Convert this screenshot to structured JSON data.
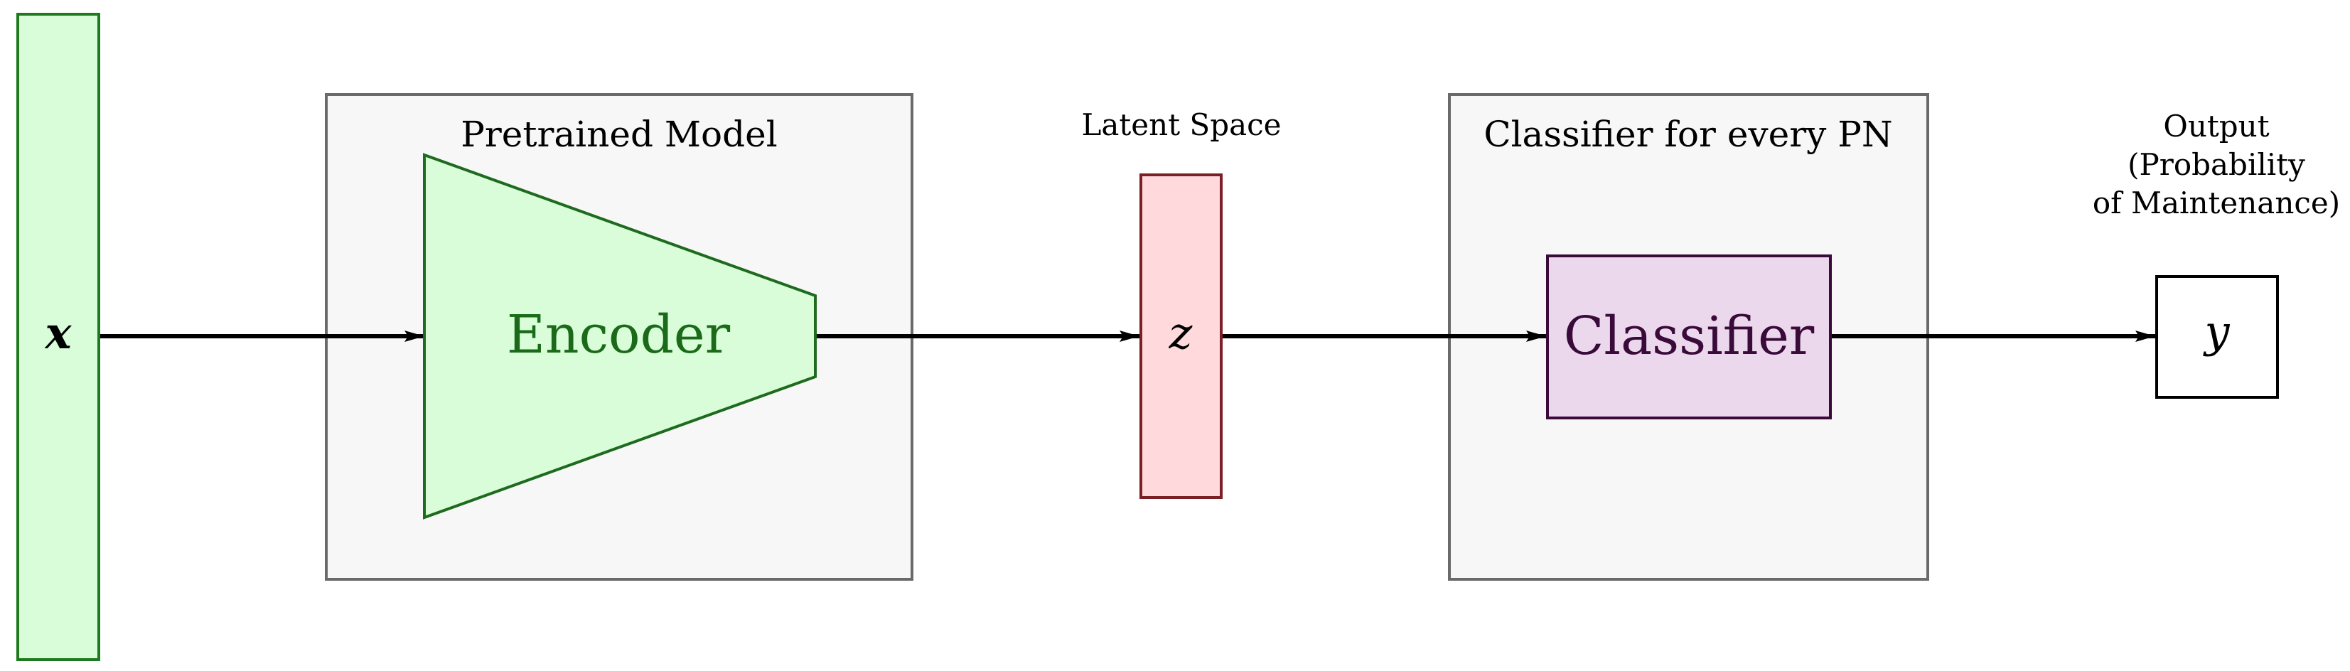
{
  "input": {
    "label": "x"
  },
  "pretrained_model": {
    "title": "Pretrained Model",
    "encoder_label": "Encoder"
  },
  "latent": {
    "title": "Latent Space",
    "label": "z"
  },
  "classifier_block": {
    "title": "Classifier for every PN",
    "classifier_label": "Classifier"
  },
  "output": {
    "title_lines": [
      "Output",
      "(Probability",
      "of Maintenance)"
    ],
    "label": "y"
  },
  "colors": {
    "input_fill": "#d8fdd8",
    "input_stroke": "#1e7a1e",
    "encoder_fill": "#d8fdd8",
    "encoder_stroke": "#1e6a1e",
    "encoder_text": "#1a6a1a",
    "group_fill": "#f7f7f7",
    "group_stroke": "#6a6a6a",
    "latent_fill": "#ffd9dc",
    "latent_stroke": "#7a1f24",
    "classifier_fill": "#ecd8ec",
    "classifier_stroke": "#3a0a3a",
    "classifier_text": "#3a0a3a",
    "arrow": "#000000"
  }
}
